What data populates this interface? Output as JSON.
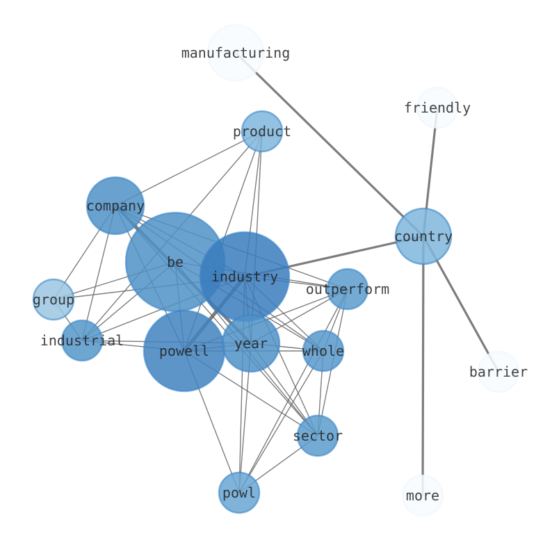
{
  "graph": {
    "type": "network",
    "nodes": [
      {
        "id": "manufacturing",
        "color": "#f7fbff"
      },
      {
        "id": "friendly",
        "color": "#f7fbff"
      },
      {
        "id": "country",
        "color": "#7fb6dc"
      },
      {
        "id": "barrier",
        "color": "#f7fbff"
      },
      {
        "id": "more",
        "color": "#f7fbff"
      },
      {
        "id": "product",
        "color": "#7fb6dc"
      },
      {
        "id": "company",
        "color": "#4f90c7"
      },
      {
        "id": "be",
        "color": "#4f90c7"
      },
      {
        "id": "industry",
        "color": "#3a7bbd"
      },
      {
        "id": "group",
        "color": "#9ac6e2"
      },
      {
        "id": "outperform",
        "color": "#5c9ccd"
      },
      {
        "id": "industrial",
        "color": "#5596ca"
      },
      {
        "id": "powell",
        "color": "#4283c0"
      },
      {
        "id": "year",
        "color": "#4f90c7"
      },
      {
        "id": "whole",
        "color": "#5898cb"
      },
      {
        "id": "sector",
        "color": "#5c9ccd"
      },
      {
        "id": "powl",
        "color": "#68a6d3"
      }
    ],
    "edges": [
      [
        "manufacturing",
        "country",
        3
      ],
      [
        "friendly",
        "country",
        3
      ],
      [
        "country",
        "barrier",
        3
      ],
      [
        "country",
        "more",
        3
      ],
      [
        "country",
        "industry",
        3
      ],
      [
        "industry",
        "powell",
        5
      ],
      [
        "company",
        "year",
        4
      ],
      [
        "product",
        "company",
        1
      ],
      [
        "product",
        "industrial",
        1
      ],
      [
        "product",
        "powell",
        1
      ],
      [
        "product",
        "industry",
        1
      ],
      [
        "product",
        "year",
        1
      ],
      [
        "company",
        "group",
        1
      ],
      [
        "company",
        "industrial",
        1
      ],
      [
        "company",
        "powell",
        1
      ],
      [
        "company",
        "industry",
        1
      ],
      [
        "company",
        "whole",
        1
      ],
      [
        "company",
        "outperform",
        1
      ],
      [
        "company",
        "sector",
        1
      ],
      [
        "be",
        "group",
        1
      ],
      [
        "be",
        "industrial",
        1
      ],
      [
        "be",
        "powell",
        1
      ],
      [
        "be",
        "whole",
        1
      ],
      [
        "be",
        "sector",
        1
      ],
      [
        "be",
        "outperform",
        1
      ],
      [
        "industry",
        "group",
        1
      ],
      [
        "industry",
        "industrial",
        1
      ],
      [
        "industry",
        "outperform",
        1
      ],
      [
        "industry",
        "whole",
        1
      ],
      [
        "industry",
        "year",
        1
      ],
      [
        "industry",
        "sector",
        1
      ],
      [
        "industry",
        "powl",
        1
      ],
      [
        "group",
        "industrial",
        1
      ],
      [
        "industrial",
        "powell",
        1
      ],
      [
        "industrial",
        "year",
        1
      ],
      [
        "powell",
        "outperform",
        1
      ],
      [
        "powell",
        "year",
        1
      ],
      [
        "powell",
        "whole",
        1
      ],
      [
        "powell",
        "sector",
        1
      ],
      [
        "powell",
        "powl",
        1
      ],
      [
        "year",
        "whole",
        1
      ],
      [
        "year",
        "sector",
        1
      ],
      [
        "year",
        "powl",
        1
      ],
      [
        "year",
        "outperform",
        1
      ],
      [
        "whole",
        "sector",
        1
      ],
      [
        "whole",
        "powl",
        1
      ],
      [
        "whole",
        "outperform",
        1
      ],
      [
        "outperform",
        "sector",
        1
      ],
      [
        "outperform",
        "powl",
        1
      ],
      [
        "sector",
        "powl",
        1
      ]
    ]
  }
}
